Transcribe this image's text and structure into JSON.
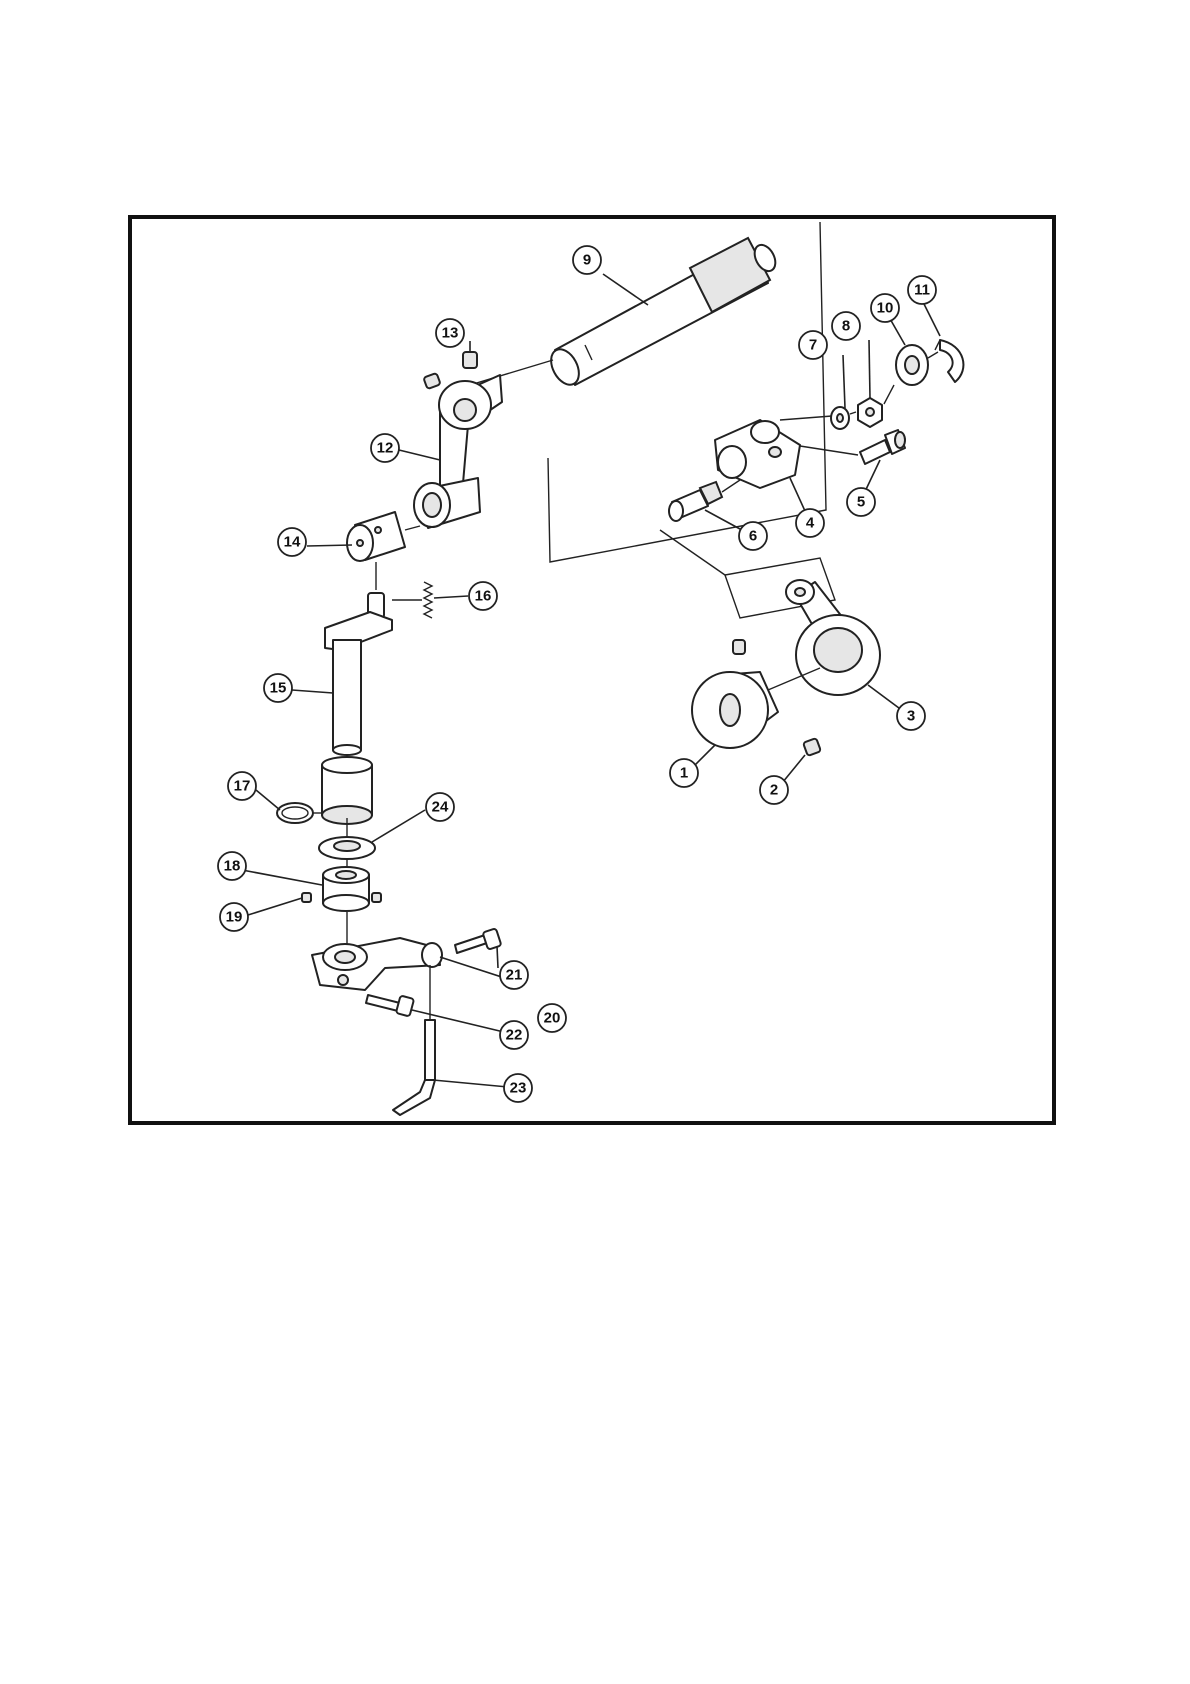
{
  "figure": {
    "colors": {
      "line": "#222222",
      "frame": "#111111",
      "background": "#ffffff"
    },
    "callouts": [
      {
        "id": "c1",
        "label": "1"
      },
      {
        "id": "c2",
        "label": "2"
      },
      {
        "id": "c3",
        "label": "3"
      },
      {
        "id": "c4",
        "label": "4"
      },
      {
        "id": "c5",
        "label": "5"
      },
      {
        "id": "c6",
        "label": "6"
      },
      {
        "id": "c7",
        "label": "7"
      },
      {
        "id": "c8",
        "label": "8"
      },
      {
        "id": "c9",
        "label": "9"
      },
      {
        "id": "c10",
        "label": "10"
      },
      {
        "id": "c11",
        "label": "11"
      },
      {
        "id": "c12",
        "label": "12"
      },
      {
        "id": "c13",
        "label": "13"
      },
      {
        "id": "c14",
        "label": "14"
      },
      {
        "id": "c15",
        "label": "15"
      },
      {
        "id": "c16",
        "label": "16"
      },
      {
        "id": "c17",
        "label": "17"
      },
      {
        "id": "c18",
        "label": "18"
      },
      {
        "id": "c19",
        "label": "19"
      },
      {
        "id": "c20",
        "label": "20"
      },
      {
        "id": "c21",
        "label": "21"
      },
      {
        "id": "c22",
        "label": "22"
      },
      {
        "id": "c23",
        "label": "23"
      },
      {
        "id": "c24",
        "label": "24"
      }
    ]
  }
}
